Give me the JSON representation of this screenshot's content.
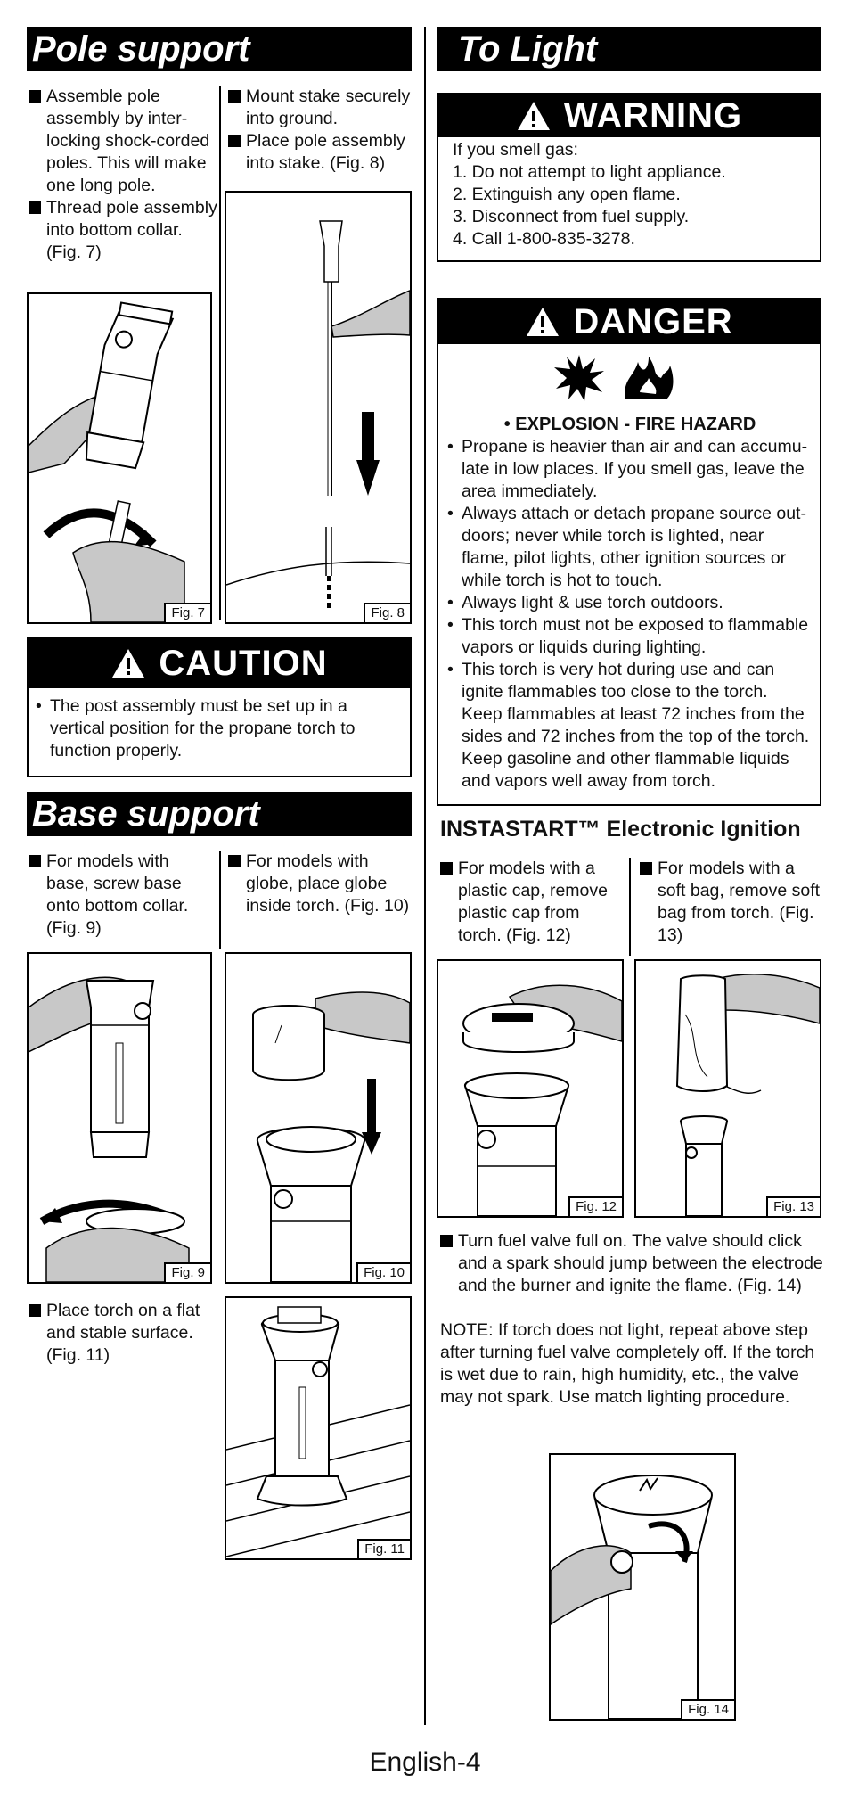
{
  "left": {
    "pole_support": {
      "title": "Pole support",
      "col1": [
        "Assemble pole assembly by inter-locking shock-corded poles.  This will make one long pole.",
        "Thread pole assembly into bottom collar. (Fig. 7)"
      ],
      "col2": [
        "Mount stake securely into ground.",
        "Place pole assembly into stake. (Fig. 8)"
      ],
      "fig7": "Fig. 7",
      "fig8": "Fig. 8"
    },
    "caution": {
      "title": "CAUTION",
      "text": "The post assembly must be set up in a vertical position for the propane torch to function properly."
    },
    "base_support": {
      "title": "Base support",
      "col1": "For models with base, screw base onto bottom collar. (Fig. 9)",
      "col2": "For models with globe, place globe inside torch. (Fig. 10)",
      "place": "Place torch on a flat and stable surface. (Fig. 11)",
      "fig9": "Fig. 9",
      "fig10": "Fig. 10",
      "fig11": "Fig. 11"
    }
  },
  "right": {
    "to_light": {
      "title": "To Light"
    },
    "warning": {
      "title": "WARNING",
      "intro": "If you smell gas:",
      "steps": [
        "1. Do not attempt to light appliance.",
        "2. Extinguish any open flame.",
        "3. Disconnect from fuel supply.",
        "4. Call 1-800-835-3278."
      ]
    },
    "danger": {
      "title": "DANGER",
      "hazard": "• EXPLOSION - FIRE HAZARD",
      "items": [
        "Propane is heavier than air and can accumu-late in low places. If you smell gas, leave the area immediately.",
        "Always attach or detach propane source out-doors; never while torch is lighted, near flame, pilot lights, other ignition sources or while torch is hot to touch.",
        "Always light & use torch outdoors.",
        "This torch must not be exposed to flammable vapors or liquids during lighting.",
        "This torch is very hot during use and can ignite flammables too close to the torch. Keep flammables at least 72 inches from the sides and 72 inches from the top of the torch. Keep gasoline and other flammable liquids and vapors well away from torch."
      ]
    },
    "instastart": {
      "title": "INSTASTART™ Electronic Ignition",
      "col1": "For models with a plastic cap, remove plastic cap from torch. (Fig. 12)",
      "col2": "For models with a soft bag, remove soft bag from torch. (Fig. 13)",
      "fig12": "Fig. 12",
      "fig13": "Fig. 13",
      "turn": "Turn fuel valve full on.  The valve should click and a spark should jump between the electrode and the burner and ignite the flame. (Fig. 14)",
      "note": "NOTE: If torch does not light, repeat above step after turning fuel valve completely off.  If the torch is wet due to rain, high humidity, etc., the valve may not spark.  Use match lighting procedure.",
      "fig14": "Fig. 14"
    }
  },
  "footer": {
    "page": "English-4"
  }
}
